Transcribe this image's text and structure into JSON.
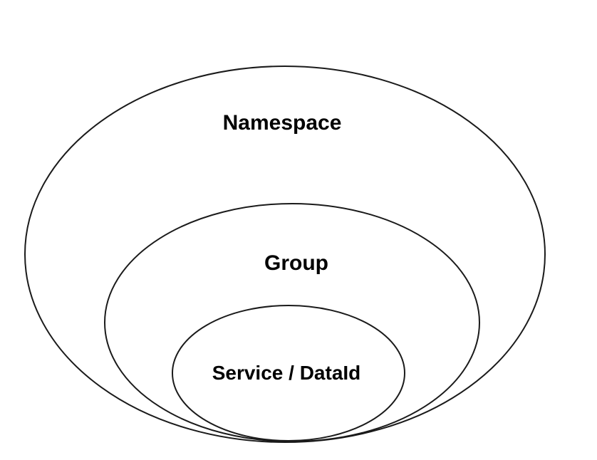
{
  "diagram": {
    "type": "nested-ellipses",
    "labels": {
      "outer": "Namespace",
      "middle": "Group",
      "inner": "Service / DataId"
    },
    "colors": {
      "stroke": "#1a1a1a",
      "background": "#ffffff",
      "text": "#000000"
    }
  }
}
